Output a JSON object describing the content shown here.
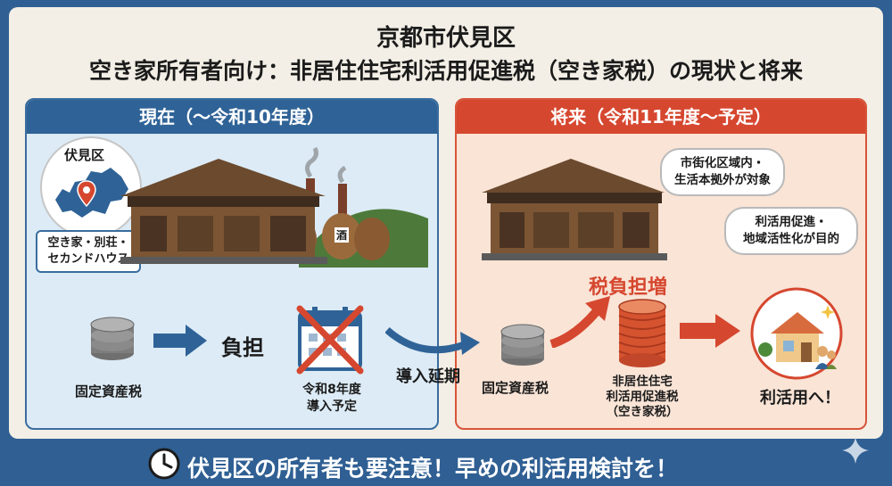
{
  "header": {
    "title_line1": "京都市伏見区",
    "title_line2": "空き家所有者向け：非居住住宅利活用促進税（空き家税）の現状と将来"
  },
  "present": {
    "heading": "現在（〜令和10年度）",
    "map_label": "伏見区",
    "house_tag": "空き家・別荘・\nセカンドハウス",
    "sake_label": "酒",
    "tax_label": "固定資産税",
    "burden_label": "負担",
    "calendar_label": "令和8年度\n導入予定"
  },
  "transition": {
    "label": "導入延期"
  },
  "future": {
    "heading": "将来（令和11年度〜予定）",
    "bubble1": "市街化区域内・\n生活本拠外が対象",
    "bubble2": "利活用促進・\n地域活性化が目的",
    "tax_increase": "税負担増",
    "tax_label": "固定資産税",
    "new_tax_label": "非居住住宅\n利活用促進税\n（空き家税）",
    "result_label": "利活用へ！"
  },
  "footer": {
    "message": "伏見区の所有者も要注意！早めの利活用検討を！"
  },
  "colors": {
    "navy": "#2f5f93",
    "red": "#d6472f",
    "blue_bg": "#dcebf6",
    "peach_bg": "#f9e4d6"
  },
  "icons": [
    "map-pin-icon",
    "clock-icon",
    "calendar-icon",
    "coin-stack-icon",
    "sparkle-icon"
  ]
}
